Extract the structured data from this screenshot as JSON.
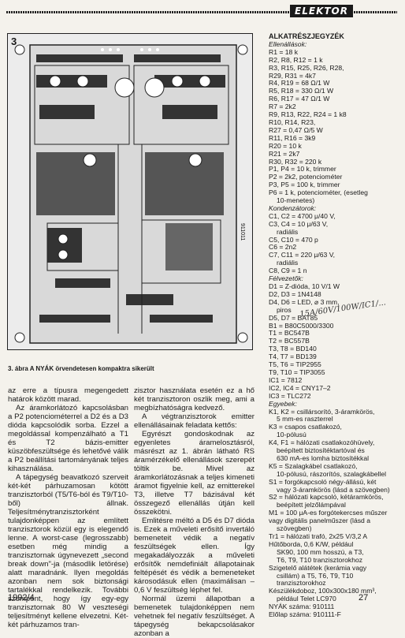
{
  "header": {
    "logo": "ELEKTOR"
  },
  "figure": {
    "number": "3",
    "caption": "3. ábra A NYÁK örvendetesen kompaktra sikerült",
    "board_code": "911011"
  },
  "body_col1": [
    "az erre a típusra megengedett határok között marad.",
    "Az áramkorlátozó kapcsolásban a P2 potenciométerrel a D2 és a D3 dióda kapcsolódik sorba. Ezzel a megoldással kompenzálható a T1 és T2 bázis-emitter küszöbfeszültsége és lehetővé válik a P2 beállítási tartományának teljes kihasználása.",
    "A tápegység beavatkozó szerveit két-két párhuzamosan kötött tranzisztorból (T5/T6-ból és T9/T10-ből) állnak. Teljesítménytranzisztorként tulajdonképpen az említett tranzisztorok közül egy is elegendő lenne. A worst-case (legrosszabb) esetben még mindig a tranzisztornak úgynevezett „second break down\"-ja (másodlik letörése) alatt maradnánk. Ilyen megoldás azonban nem sok biztonsági tartalékkal rendelkezik. További szempont, hogy így egy-egy tranzisztornak 80 W veszteségi teljesítményt kellene elvezetni. Két-két párhuzamos tran-"
  ],
  "body_col2": [
    "zisztor használata esetén ez a hő két tranzisztoron oszlik meg, ami a megbízhatóságra kedvező.",
    "A végtranzisztorok emitter ellenállásainak feladata kettős:",
    "Egyrészt gondoskodnak az egyenletes áramelosztásról, másrészt az 1. ábrán látható RS áramérzékelő ellenállások szerepét töltik be. Mivel az áramkorlátozásnak a teljes kimeneti áramot figyelnie kell, az emitterekel T3, illetve T7 bázisával két összegező ellenállás útján kell összekötni.",
    "Emlitésre méltó a D5 és D7 dióda is. Ezek a műveleti erősítő invertáló bemeneteit védik a negatív feszültségek ellen. Így megakadályozzák a műveleti erősítők nemdefiniált állapotainak feltépését és védik a bemeneteket károsodásuk ellen (maximálisan –0,6 V feszültség léphet fel.",
    "Normál üzemi állapotban a bemenetek tulajdonképpen nem vehetnek fel negatív feszültséget. A tápegység bekapcsolásakor azonban a"
  ],
  "parts": {
    "title": "ALKATRÉSZJEGYZÉK",
    "sections": [
      {
        "name": "Ellenállások:",
        "items": [
          "R1 = 18 k",
          "R2, R8, R12 = 1 k",
          "R3, R15, R25, R26, R28,",
          "R29, R31 = 4k7",
          "R4, R19 = 68 Ω/1 W",
          "R5, R18 = 330 Ω/1 W",
          "R6, R17 = 47 Ω/1 W",
          "R7 = 2k2",
          "R9, R13, R22, R24 = 1 k8",
          "R10, R14, R23,",
          "R27 = 0,47 Ω/5 W",
          "R11, R16 = 3k9",
          "R20 = 10 k",
          "R21 = 2k7",
          "R30, R32 = 220 k",
          "P1, P4 = 10 k, trimmer",
          "P2 = 2k2, potenciométer",
          "P3, P5 = 100 k, trimmer",
          "P6 = 1 k, potenciométer, (esetleg",
          "10-menetes)"
        ]
      },
      {
        "name": "Kondenzátorok:",
        "items": [
          "C1, C2 = 4700 μ/40 V,",
          "C3, C4 = 10 μ/63 V,",
          "radiális",
          "C5, C10 = 470 p",
          "C6 = 2n2",
          "C7, C11 = 220 μ/63 V,",
          "radiális",
          "C8, C9 = 1 n"
        ]
      },
      {
        "name": "Félvezetők:",
        "items": [
          "D1 = Z-dióda, 10 V/1 W",
          "D2, D3 = 1N4148",
          "D4, D6 = LED, ⌀ 3 mm,",
          "piros",
          "D5, D7 = BAT85",
          "B1 = B80C5000/3300",
          "T1 = BC547B",
          "T2 = BC557B",
          "T3, T8 = BD140",
          "T4, T7 = BD139",
          "T5, T6 = TIP2955",
          "T9, T10 = TIP3055",
          "IC1 = 7812",
          "IC2, IC4 = CNY17–2",
          "IC3 = TLC272"
        ]
      },
      {
        "name": "Egyebek:",
        "items": [
          "K1, K2 = csillársorító, 3-áramkörös,",
          "5 mm-es raszterrel",
          "K3 = csapos csatlakozó,",
          "10-pólusú",
          "K4, F1 = hálózati csatlakozóhüvely,",
          "beépített biztosítéktartóval és",
          "630 mA-es lomha biztosítékkal",
          "K5 = Szalagkábel csatlakozó,",
          "10-pólusú, rászorítós, szalagkábellel",
          "S1 = forgókapcsoló négy-állású, két",
          "vagy 3-áramkörös (lásd a szövegben)",
          "S2 = hálózati kapcsoló, kétáramkörös,",
          "beépített jelzőlámpával",
          "M1 = 100 μA-es forgótekercses műszer",
          "vagy digitális panelműszer (lásd a",
          "szövegben)",
          "Tr1 = hálózati trafó, 2x25 V/3,2 A",
          "Hűtőborda, 0,6 K/W, például",
          "SK90, 100 mm hosszú, a T3,",
          "T6, T9, T10 tranzisztorokhoz",
          "Szigetelő alátétek (kerámia vagy",
          "csillám) a T5, T6, T9, T10",
          "tranzisztorokhoz",
          "Készülékdoboz, 100x300x180 mm³,",
          "például Telet LC970",
          "NYÁK száma: 910111",
          "Előlap száma: 910111-F"
        ]
      }
    ]
  },
  "handwriting": "15A/60V/100W/IC1/...",
  "footer": {
    "issue": "1992/4",
    "page": "27"
  },
  "colors": {
    "ink": "#1a1a1a",
    "paper": "#f4f2ec"
  }
}
